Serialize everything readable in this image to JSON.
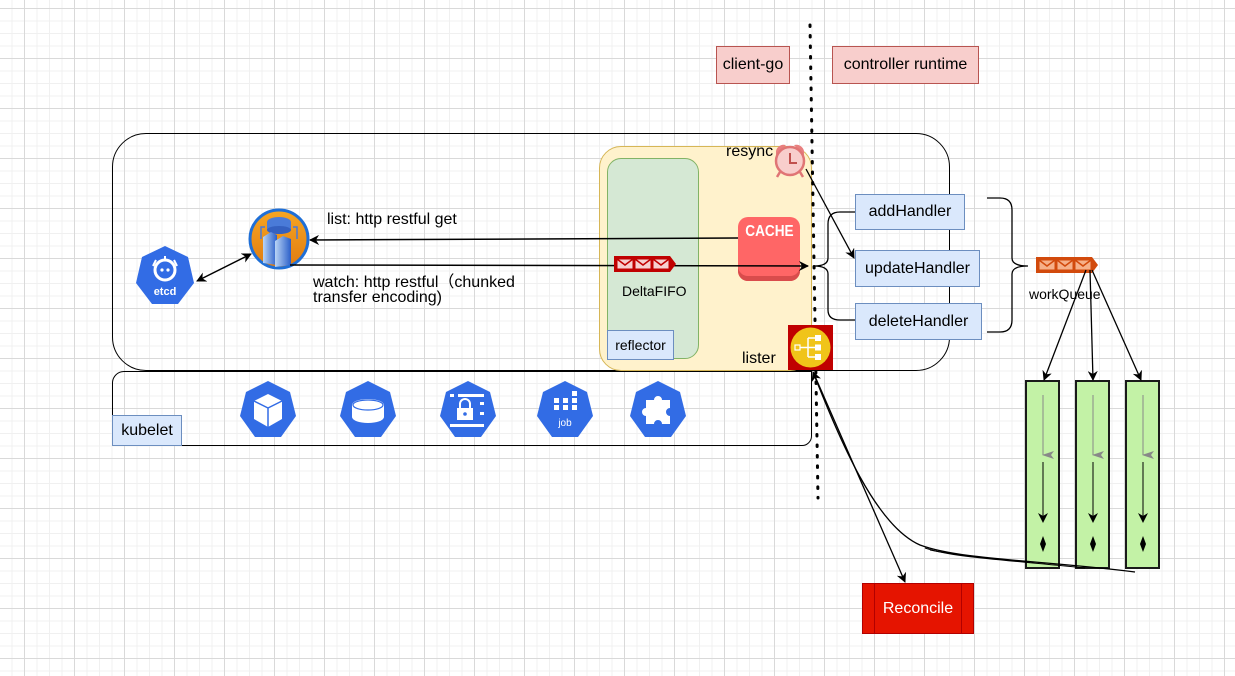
{
  "headers": {
    "client_go": "client-go",
    "controller_runtime": "controller runtime"
  },
  "informer": {
    "list_label": "list: http restful get",
    "watch_label_line1": "watch: http restful（chunked",
    "watch_label_line2": "transfer encoding)",
    "etcd_label": "etcd",
    "deltafifo_label": "DeltaFIFO",
    "reflector_label": "reflector",
    "cache_label": "CACHE",
    "resync_label": "resync",
    "lister_label": "lister"
  },
  "handlers": [
    {
      "label": "addHandler"
    },
    {
      "label": "updateHandler"
    },
    {
      "label": "deleteHandler"
    }
  ],
  "workqueue_label": "workQueue",
  "kubelet": {
    "label": "kubelet",
    "icons": [
      "pod-icon",
      "persistent-volume-icon",
      "secret-icon",
      "job-icon",
      "custom-resource-icon"
    ],
    "job_text": "job"
  },
  "workers": 3,
  "reconcile_label": "Reconcile",
  "colors": {
    "k8s_blue": "#326ce5",
    "pink_fill": "#f8cecc",
    "pink_border": "#b85450",
    "blue_fill": "#dae8fc",
    "blue_border": "#6c8ebf",
    "reflector_area_fill": "#fff2cc",
    "reflector_area_border": "#d6b656",
    "fifo_area_fill": "#d5e8d4",
    "fifo_area_border": "#82b366",
    "cache_red": "#ff6666",
    "queue_red": "#c00000",
    "workqueue_orange": "#d24a0c",
    "lister_yellow": "#f0c419",
    "worker_green": "#c3f2a6",
    "reconcile_red": "#e51400"
  }
}
